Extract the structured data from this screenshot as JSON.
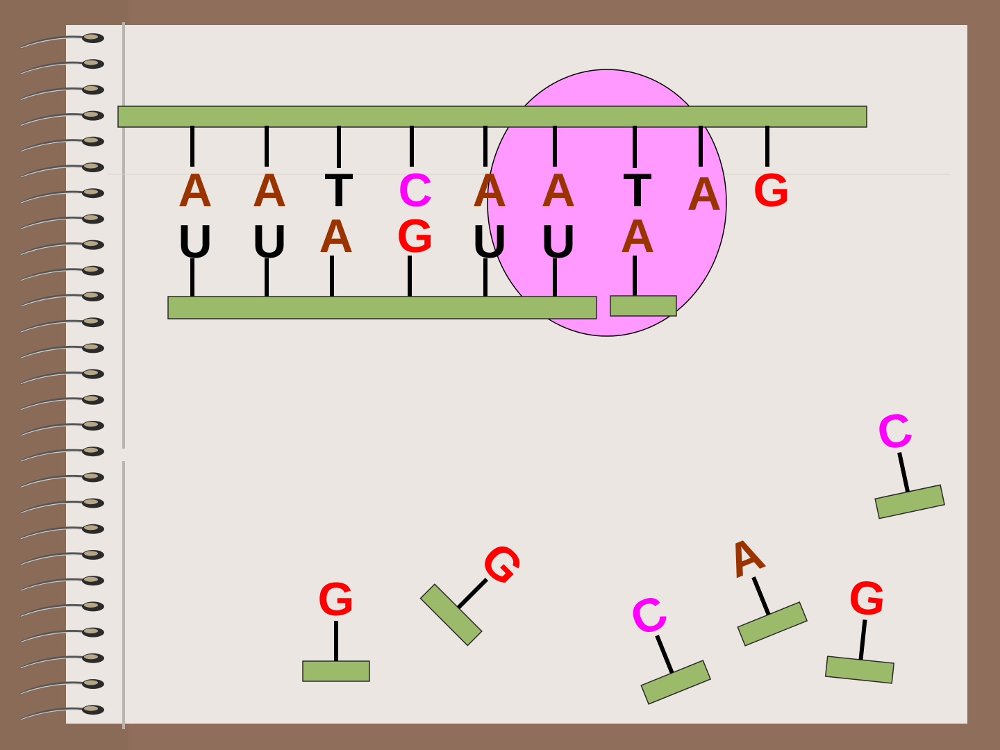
{
  "colors": {
    "backbone": "#9bbb6b",
    "backbone_stroke": "#2a2a2a",
    "enzyme": "#ff99ff",
    "A": "#993300",
    "T": "#000000",
    "U": "#000000",
    "C": "#ff00ff",
    "G": "#ff0000",
    "page": "#ece6e2",
    "frame": "#8f6e5b"
  },
  "dna_strand": {
    "bases": [
      "A",
      "A",
      "T",
      "C",
      "A",
      "A",
      "T",
      "A",
      "G"
    ]
  },
  "rna_strand": {
    "bases": [
      "U",
      "U",
      "A",
      "G",
      "U",
      "U",
      "A"
    ]
  },
  "free_nucleotides": [
    {
      "base": "C",
      "rotation_deg": -12
    },
    {
      "base": "A",
      "rotation_deg": -22
    },
    {
      "base": "G",
      "rotation_deg": 0
    },
    {
      "base": "G",
      "rotation_deg": 45
    },
    {
      "base": "C",
      "rotation_deg": -22
    },
    {
      "base": "G",
      "rotation_deg": 6
    }
  ]
}
